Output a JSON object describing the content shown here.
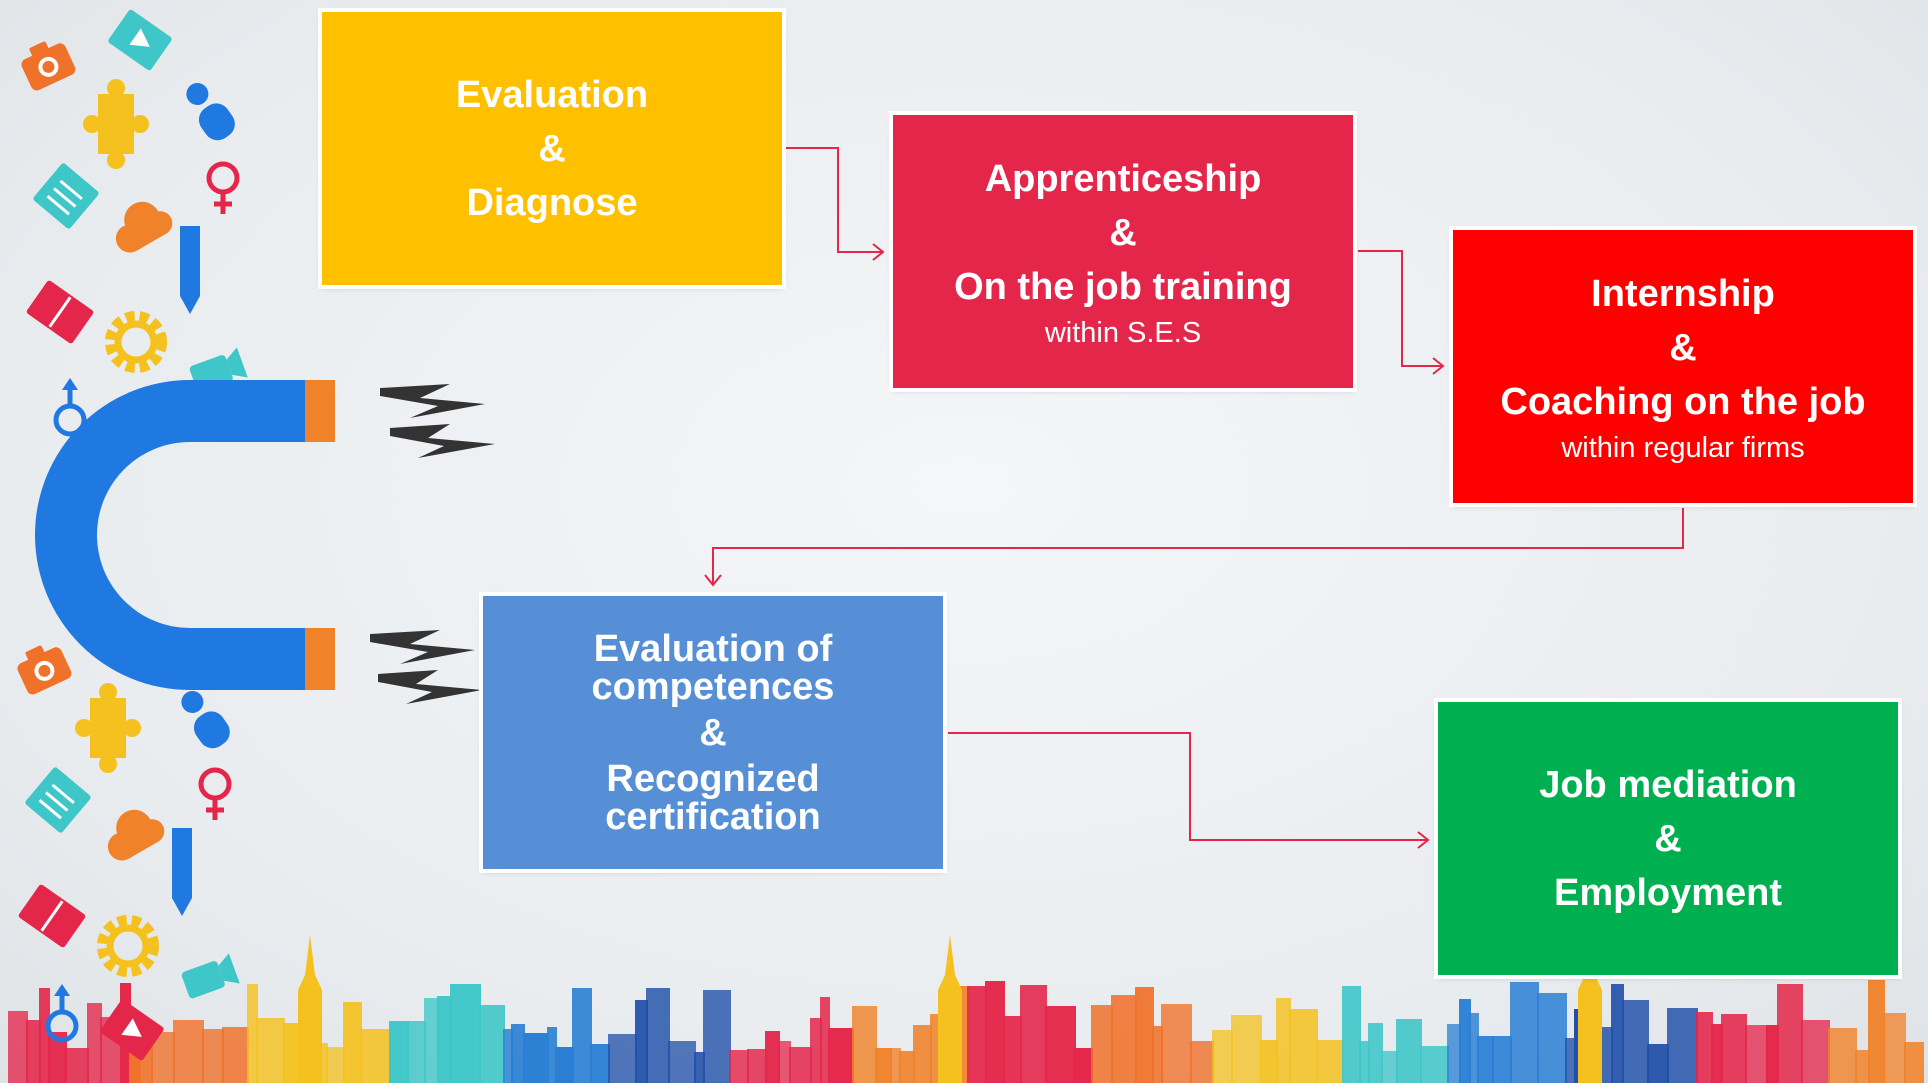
{
  "colors": {
    "evaluation": "#ffc000",
    "apprenticeship": "#e4264a",
    "internship": "#ff0000",
    "competences": "#568fd5",
    "employment": "#00b050",
    "connector": "#e4264a",
    "magnet": "#1f79e0",
    "magnet_tip": "#f0822a"
  },
  "steps": {
    "evaluation": {
      "line1": "Evaluation",
      "amp": "&",
      "line2": "Diagnose"
    },
    "apprenticeship": {
      "line1": "Apprenticeship",
      "amp": "&",
      "line2": "On the job training",
      "sub": "within S.E.S"
    },
    "internship": {
      "line1": "Internship",
      "amp": "&",
      "line2": "Coaching on the job",
      "sub": "within regular firms"
    },
    "competences": {
      "line1": "Evaluation of",
      "line1b": "competences",
      "amp": "&",
      "line2": "Recognized",
      "line2b": "certification"
    },
    "employment": {
      "line1": "Job mediation",
      "amp": "&",
      "line2": "Employment"
    }
  },
  "decorations": [
    "camera-icon",
    "ticket-icon",
    "puzzle-icon",
    "user-icon",
    "notepad-icon",
    "female-symbol-icon",
    "cloud-icon",
    "pencil-icon",
    "book-icon",
    "gear-icon",
    "video-camera-icon",
    "male-symbol-icon",
    "magnet-icon",
    "lightning-icon",
    "city-skyline"
  ]
}
